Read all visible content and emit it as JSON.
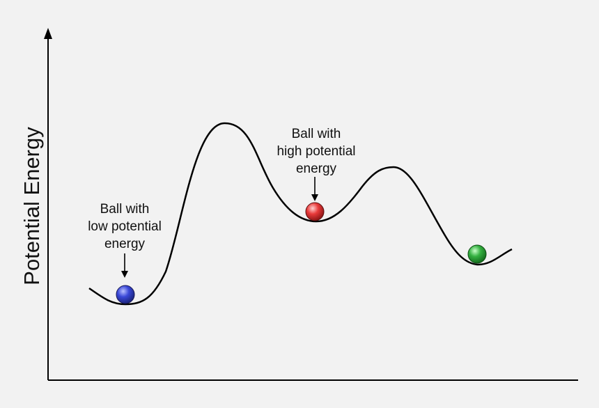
{
  "axes": {
    "y_label": "Potential Energy"
  },
  "annotations": {
    "low": {
      "lines": [
        "Ball with",
        "low potential",
        "energy"
      ]
    },
    "high": {
      "lines": [
        "Ball with",
        "high potential",
        "energy"
      ]
    }
  },
  "balls": [
    {
      "name": "blue-ball",
      "color": "#2e3cc8"
    },
    {
      "name": "red-ball",
      "color": "#e23232"
    },
    {
      "name": "green-ball",
      "color": "#2ea83a"
    }
  ],
  "colors": {
    "background": "#f2f2f2",
    "line": "#000000"
  }
}
